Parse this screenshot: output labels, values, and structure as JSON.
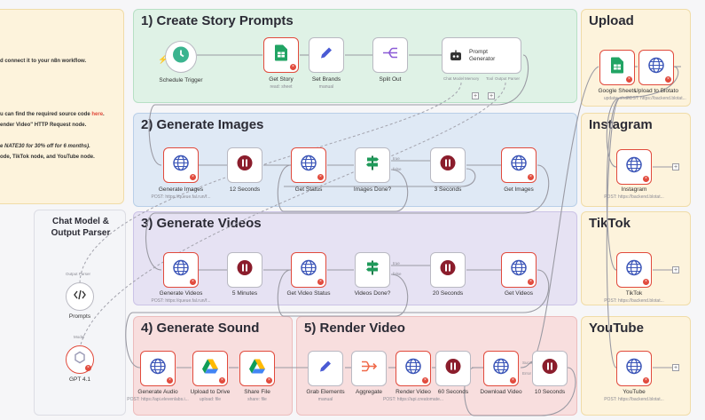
{
  "notes": {
    "setup_line1": "d connect it to your n8n workflow.",
    "setup_line2_a": "u can find the required source code ",
    "setup_line2_link": "here",
    "setup_line2_b": ".",
    "setup_line3": "ender Video\" HTTP Request node.",
    "setup_line4": "e NATE30 for 30% off for 6 months).",
    "setup_line5": "ode, TikTok node, and YouTube node."
  },
  "sections": {
    "create": "1) Create Story Prompts",
    "images": "2) Generate Images",
    "videos": "3) Generate Videos",
    "sound": "4) Generate Sound",
    "render": "5) Render Video",
    "upload": "Upload",
    "instagram": "Instagram",
    "tiktok": "TikTok",
    "youtube": "YouTube",
    "chat": "Chat Model &\nOutput Parser"
  },
  "nodes": {
    "schedule": {
      "label": "Schedule Trigger"
    },
    "get_story": {
      "label": "Get Story",
      "sub": "read: sheet"
    },
    "set_brands": {
      "label": "Set Brands",
      "sub": "manual"
    },
    "split_out": {
      "label": "Split Out"
    },
    "prompt_gen": {
      "label": "Prompt\nGenerator",
      "port_chat": "Chat Model",
      "port_memory": "Memory",
      "port_tool": "Tool",
      "port_output": "Output Parser"
    },
    "gen_images": {
      "label": "Generate Images",
      "sub": "POST: https://queue.fal.run/f..."
    },
    "sec12": {
      "label": "12 Seconds"
    },
    "get_status": {
      "label": "Get Status"
    },
    "images_done": {
      "label": "Images Done?",
      "true": "true",
      "false": "false"
    },
    "sec3": {
      "label": "3 Seconds"
    },
    "get_images": {
      "label": "Get Images"
    },
    "gen_videos": {
      "label": "Generate Videos",
      "sub": "POST: https://queue.fal.run/f..."
    },
    "min5": {
      "label": "5 Minutes"
    },
    "get_video_status": {
      "label": "Get Video Status"
    },
    "videos_done": {
      "label": "Videos Done?",
      "true": "true",
      "false": "false"
    },
    "sec20": {
      "label": "20 Seconds"
    },
    "get_videos": {
      "label": "Get Videos"
    },
    "gen_audio": {
      "label": "Generate Audio",
      "sub": "POST: https://api.elevenlabs.i..."
    },
    "upload_drive": {
      "label": "Upload to Drive",
      "sub": "upload: file"
    },
    "share_file": {
      "label": "Share File",
      "sub": "share: file"
    },
    "grab_elements": {
      "label": "Grab Elements",
      "sub": "manual"
    },
    "aggregate": {
      "label": "Aggregate"
    },
    "render_video": {
      "label": "Render Video",
      "sub": "POST: https://api.creatomate..."
    },
    "sec60": {
      "label": "60 Seconds"
    },
    "download_video": {
      "label": "Download Video",
      "success": "Success",
      "error": "Error"
    },
    "sec10": {
      "label": "10 Seconds"
    },
    "google_sheets": {
      "label": "Google Sheets",
      "sub": "update: sheet"
    },
    "upload_blotato": {
      "label": "Upload to Blotato",
      "sub": "POST: https://backend.blotat..."
    },
    "instagram": {
      "label": "Instagram",
      "sub": "POST: https://backend.blotat..."
    },
    "tiktok": {
      "label": "TikTok",
      "sub": "POST: https://backend.blotat..."
    },
    "youtube": {
      "label": "YouTube",
      "sub": "POST: https://backend.blotat..."
    },
    "prompts": {
      "label": "Prompts",
      "top": "Output Parser"
    },
    "gpt": {
      "label": "GPT 4.1",
      "top": "Model"
    }
  },
  "colors": {
    "green_section": "#dff2e6",
    "blue_section": "#dfe9f5",
    "purple_section": "#e6e2f3",
    "red_section": "#f8dede",
    "yellow_section": "#fdf3dc",
    "error_red": "#e14a3c"
  }
}
